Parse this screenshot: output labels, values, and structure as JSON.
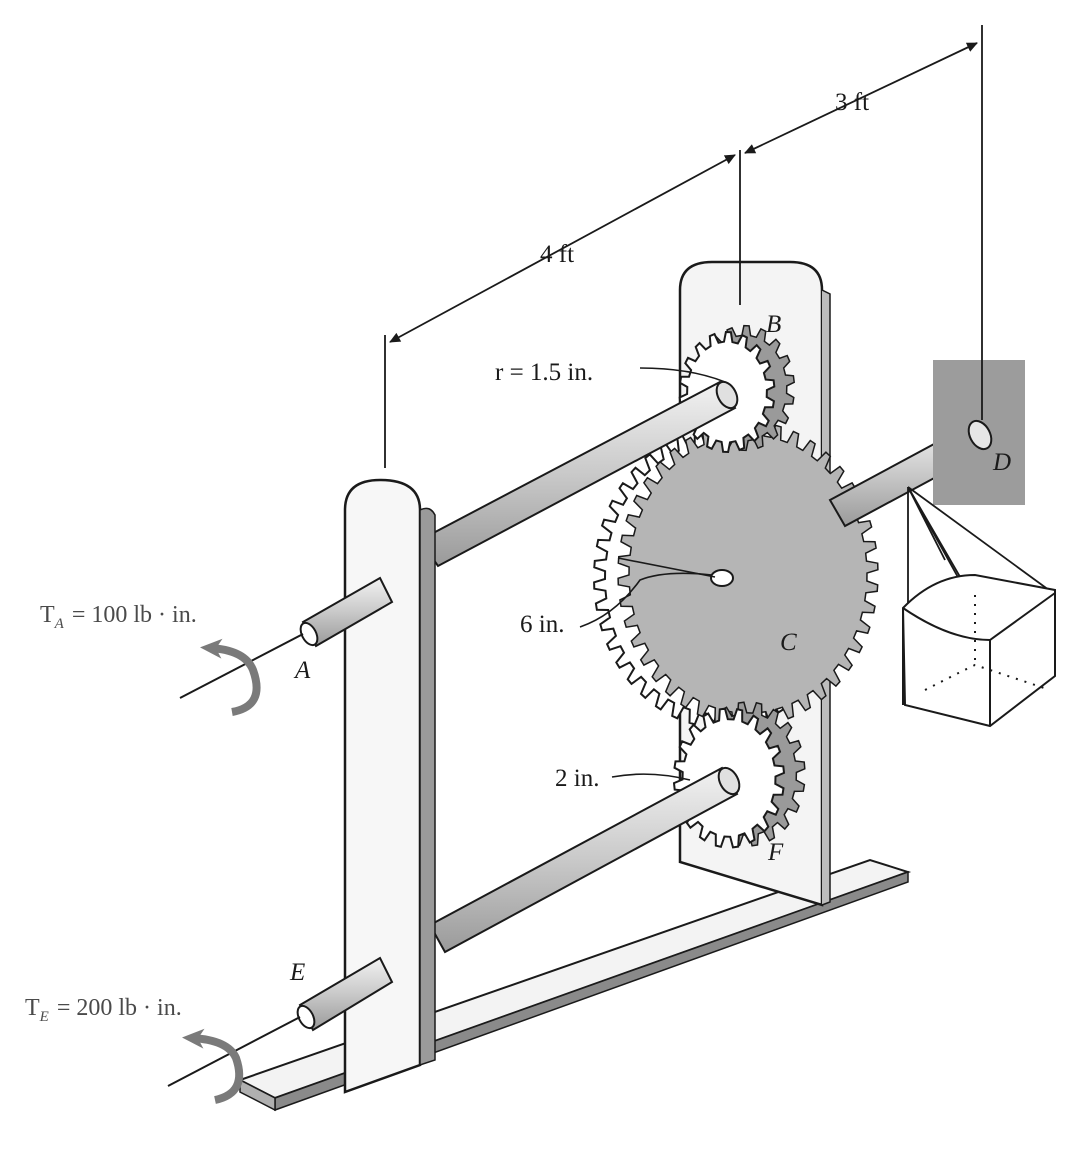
{
  "dimensions": {
    "span_4": "4 ft",
    "span_3": "3 ft",
    "radius_b": "r = 1.5 in.",
    "radius_c": "6 in.",
    "radius_f": "2 in."
  },
  "points": {
    "a": "A",
    "b": "B",
    "c": "C",
    "d": "D",
    "e": "E",
    "f": "F"
  },
  "torques": {
    "ta": {
      "symbol": "T",
      "subscript": "A",
      "value": "= 100 lb · in."
    },
    "te": {
      "symbol": "T",
      "subscript": "E",
      "value": "= 200 lb · in."
    }
  },
  "colors": {
    "shaft": "#d8d8d8",
    "frame": "#f4f4f4",
    "gear_teeth": "#9a9a9a",
    "support_wall": "#9c9c9c",
    "torque_arrow": "#7a7a7a",
    "ink": "#1a1a1a"
  }
}
